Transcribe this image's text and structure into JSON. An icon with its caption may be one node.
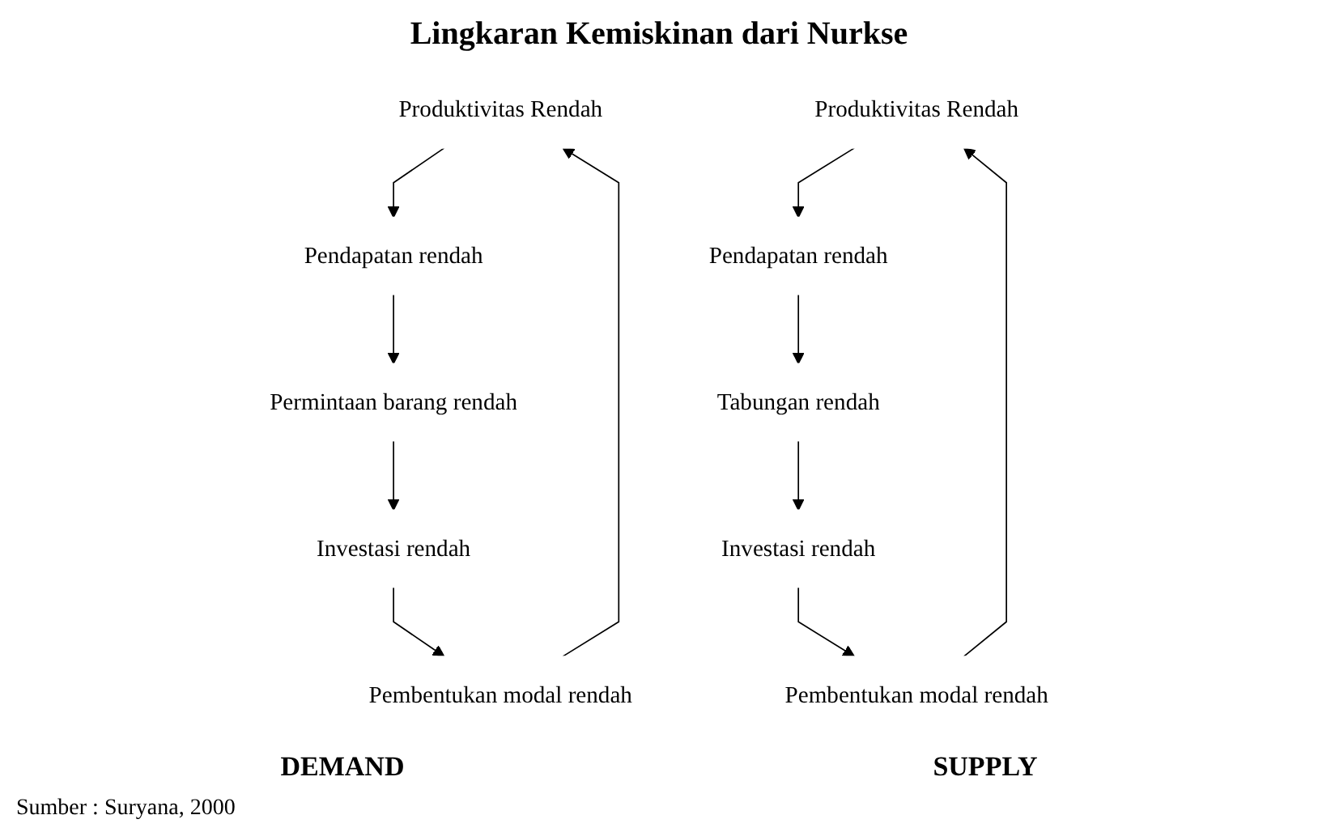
{
  "diagram": {
    "title": "Lingkaran Kemiskinan dari Nurkse",
    "caption": "Sumber : Suryana, 2000",
    "nodes": [
      {
        "text": [
          "Produktivitas Rendah"
        ]
      },
      {
        "text": [
          "Pembentukan modal rendah"
        ]
      },
      {
        "text": [
          "Pendapatan rendah"
        ]
      },
      {
        "text": [
          "Investasi rendah"
        ]
      },
      {
        "text": [
          "Permintaan barang rendah"
        ]
      },
      {
        "text": [
          "Produktivitas Rendah"
        ]
      },
      {
        "text": [
          "Pembentukan modal rendah"
        ]
      },
      {
        "text": [
          "Pendapatan rendah"
        ]
      },
      {
        "text": [
          "Investasi rendah"
        ]
      },
      {
        "text": [
          "Tabungan rendah"
        ]
      }
    ],
    "edges": [
      {
        "from": 1,
        "to": 0,
        "arrow": "to"
      },
      {
        "from": 0,
        "to": 2,
        "arrow": "to"
      },
      {
        "from": 2,
        "to": 4,
        "arrow": "to"
      },
      {
        "from": 4,
        "to": 3,
        "arrow": "to"
      },
      {
        "from": 3,
        "to": 1,
        "arrow": "to"
      },
      {
        "from": 6,
        "to": 5,
        "arrow": "to"
      },
      {
        "from": 5,
        "to": 7,
        "arrow": "to"
      },
      {
        "from": 7,
        "to": 9,
        "arrow": "to"
      },
      {
        "from": 9,
        "to": 8,
        "arrow": "to"
      },
      {
        "from": 8,
        "to": 6,
        "arrow": "to"
      }
    ],
    "labels": [
      "DEMAND",
      "SUPPLY"
    ]
  }
}
